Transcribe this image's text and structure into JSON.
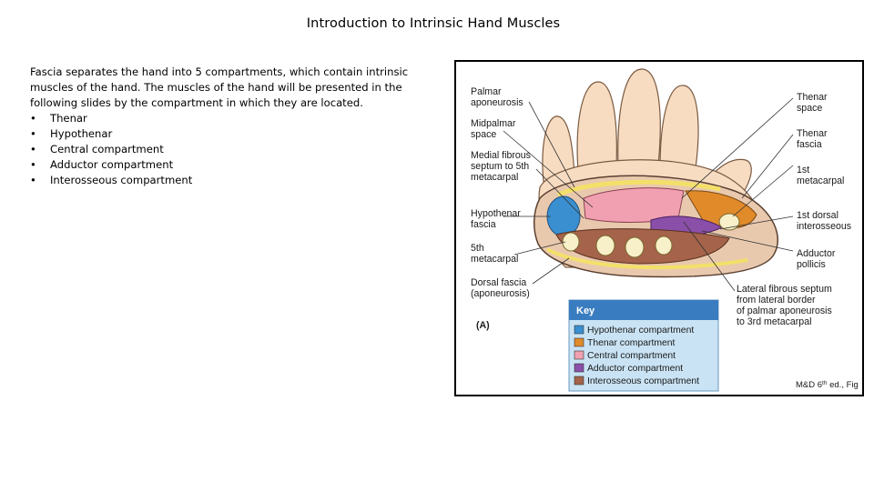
{
  "slide": {
    "title": "Introduction to Intrinsic Hand Muscles",
    "intro": "Fascia separates the hand into 5 compartments, which contain intrinsic muscles of the hand. The muscles of the hand will be presented in the following slides by the compartment in which they are located.",
    "bullet_char": "•",
    "bullets": [
      "Thenar",
      "Hypothenar",
      "Central compartment",
      "Adductor compartment",
      "Interosseous compartment"
    ]
  },
  "figure": {
    "left_labels": [
      [
        "Palmar",
        "aponeurosis"
      ],
      [
        "Midpalmar",
        "space"
      ],
      [
        "Medial fibrous",
        "septum to 5th",
        "metacarpal"
      ],
      [
        "Hypothenar",
        "fascia"
      ],
      [
        "5th",
        "metacarpal"
      ],
      [
        "Dorsal fascia",
        "(aponeurosis)"
      ]
    ],
    "right_labels": [
      [
        "Thenar",
        "space"
      ],
      [
        "Thenar",
        "fascia"
      ],
      [
        "1st",
        "metacarpal"
      ],
      [
        "1st dorsal",
        "interosseous"
      ],
      [
        "Adductor",
        "pollicis"
      ],
      [
        "Lateral fibrous septum",
        "from lateral border",
        "of palmar aponeurosis",
        "to 3rd metacarpal"
      ]
    ],
    "panel_label": "(A)",
    "key": {
      "title": "Key",
      "items": [
        {
          "label": "Hypothenar compartment",
          "color": "#3a8fd0"
        },
        {
          "label": "Thenar compartment",
          "color": "#e08a2a"
        },
        {
          "label": "Central compartment",
          "color": "#f0a0b0"
        },
        {
          "label": "Adductor compartment",
          "color": "#8a4fa8"
        },
        {
          "label": "Interosseous compartment",
          "color": "#a4634a"
        }
      ]
    },
    "credit": {
      "prefix": "M&D 6",
      "sup": "th",
      "suffix": " ed., Fig"
    }
  }
}
